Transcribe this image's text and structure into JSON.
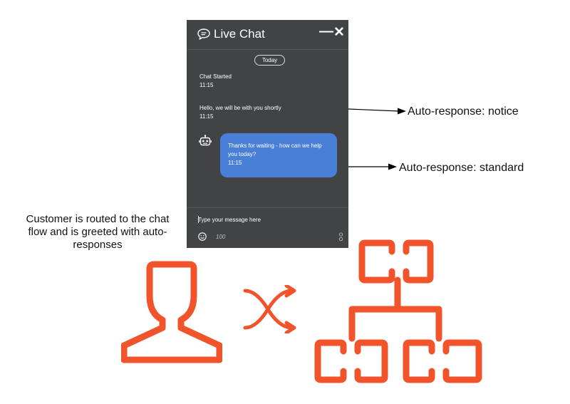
{
  "chat": {
    "title": "Live Chat",
    "minimize_symbol": "—",
    "close_symbol": "✕",
    "day_label": "Today",
    "messages": [
      {
        "text": "Chat Started",
        "time": "11:15"
      },
      {
        "text": "Hello, we will be with you shortly",
        "time": "11:15"
      }
    ],
    "bot_message": {
      "text": "Thanks for waiting - how can we help you today?",
      "time": "11:15"
    },
    "input_placeholder": "Type your message here",
    "char_count": "100",
    "icons": [
      "chat-bubble-icon",
      "robot-icon",
      "emoji-icon",
      "settings-icon"
    ]
  },
  "annotations": {
    "notice": "Auto-response: notice",
    "standard": "Auto-response: standard"
  },
  "caption": "Customer is routed to the chat flow and is greeted with auto-responses",
  "illustrations": [
    "customer-icon",
    "routing-arrows-icon",
    "flow-chart-icon"
  ],
  "colors": {
    "chat_background": "#414345",
    "bubble": "#4a7fd8",
    "accent": "#f1532a"
  }
}
